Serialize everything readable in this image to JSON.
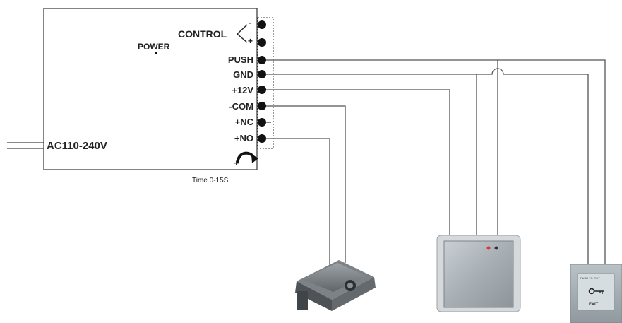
{
  "power_supply": {
    "power_label": "POWER",
    "control_label": "CONTROL",
    "control_minus": "-",
    "control_plus": "+",
    "ac_label": "AC110-240V",
    "timer_label": "Time 0-15S",
    "timer_plus": "+",
    "terminals": [
      "PUSH",
      "GND",
      "+12V",
      "-COM",
      "+NC",
      "+NO"
    ]
  },
  "exit_button": {
    "top_text": "PUSH TO EXIT",
    "bottom_text": "EXIT"
  },
  "colors": {
    "wire": "#555555",
    "box_border": "#333333",
    "terminal": "#111111"
  }
}
